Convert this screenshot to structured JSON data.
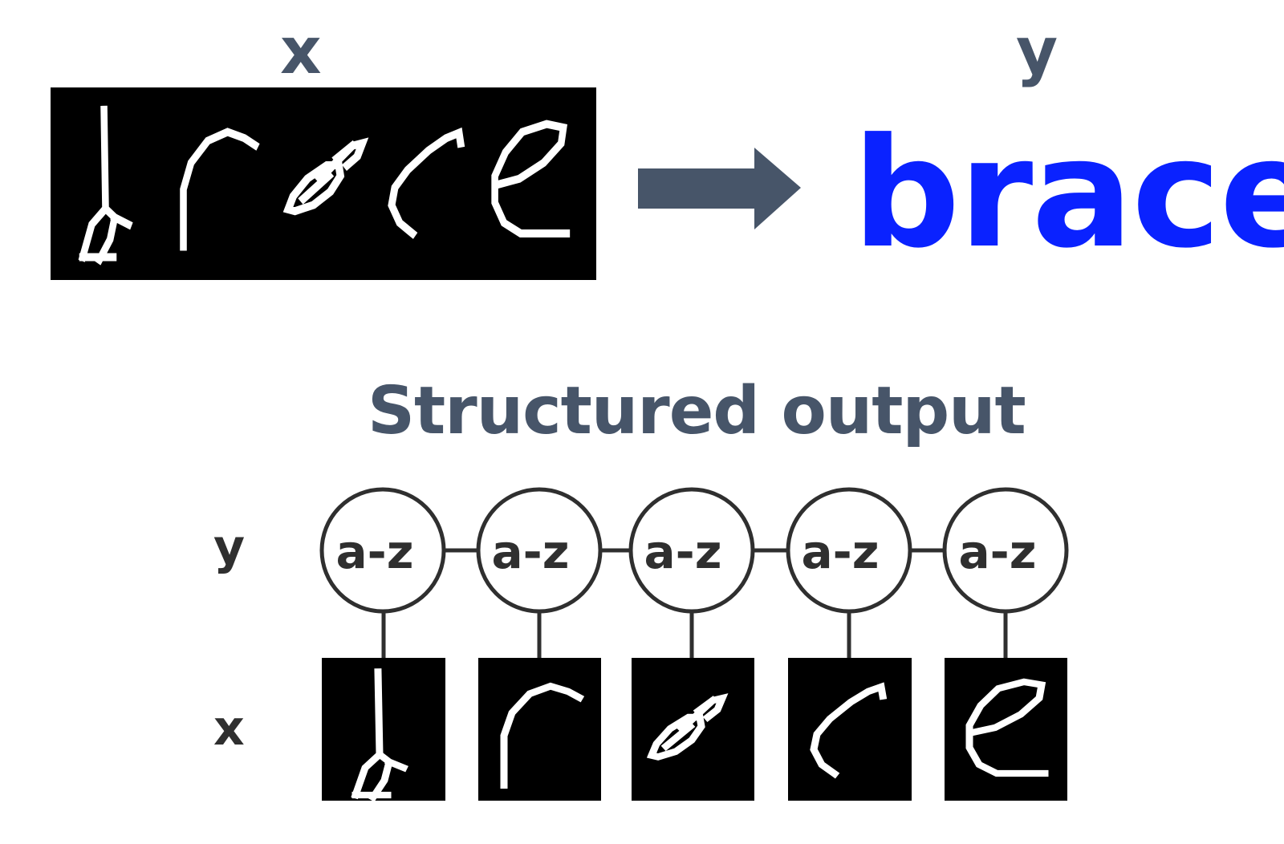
{
  "top": {
    "input_label": "x",
    "output_label": "y",
    "output_word": "brace"
  },
  "section_title": "Structured output",
  "chain": {
    "y_label": "y",
    "x_label": "x",
    "nodes": [
      {
        "label": "a-z",
        "glyph": "b"
      },
      {
        "label": "a-z",
        "glyph": "r"
      },
      {
        "label": "a-z",
        "glyph": "a"
      },
      {
        "label": "a-z",
        "glyph": "c"
      },
      {
        "label": "a-z",
        "glyph": "e"
      }
    ]
  },
  "colors": {
    "output_word": "#0a22ff",
    "labels": "#475569",
    "arrow": "#475569",
    "node_stroke": "#2f2f2f",
    "image_bg": "#000000",
    "stroke_white": "#ffffff"
  }
}
